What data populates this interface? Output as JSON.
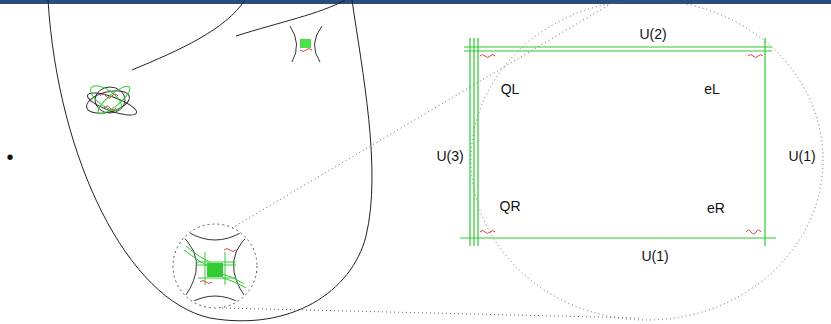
{
  "diagram": {
    "labels": [
      "•",
      "U(2)",
      "QL",
      "eL",
      "U(3)",
      "U(1)",
      "QR",
      "eR",
      "U(1)"
    ]
  }
}
